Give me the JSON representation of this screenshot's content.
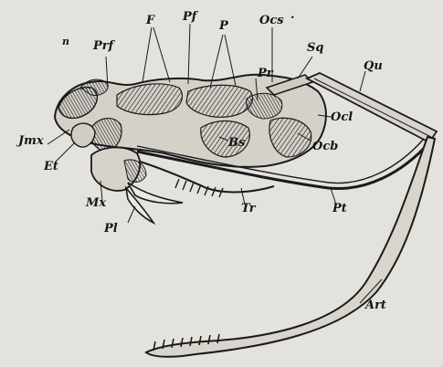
{
  "labels": {
    "n": "n",
    "prf": "Prf",
    "f": "F",
    "pf": "Pf",
    "p": "P",
    "ocs": "Ocs",
    "dot": ".",
    "sq": "Sq",
    "qu": "Qu",
    "pr": "Pr",
    "ocl": "Ocl",
    "jmx": "Jmx",
    "et": "Et",
    "bs": "Bs",
    "ocb": "Ocb",
    "mx": "Mx",
    "pl": "Pl",
    "tr": "Tr",
    "pt": "Pt",
    "art": "Art"
  }
}
